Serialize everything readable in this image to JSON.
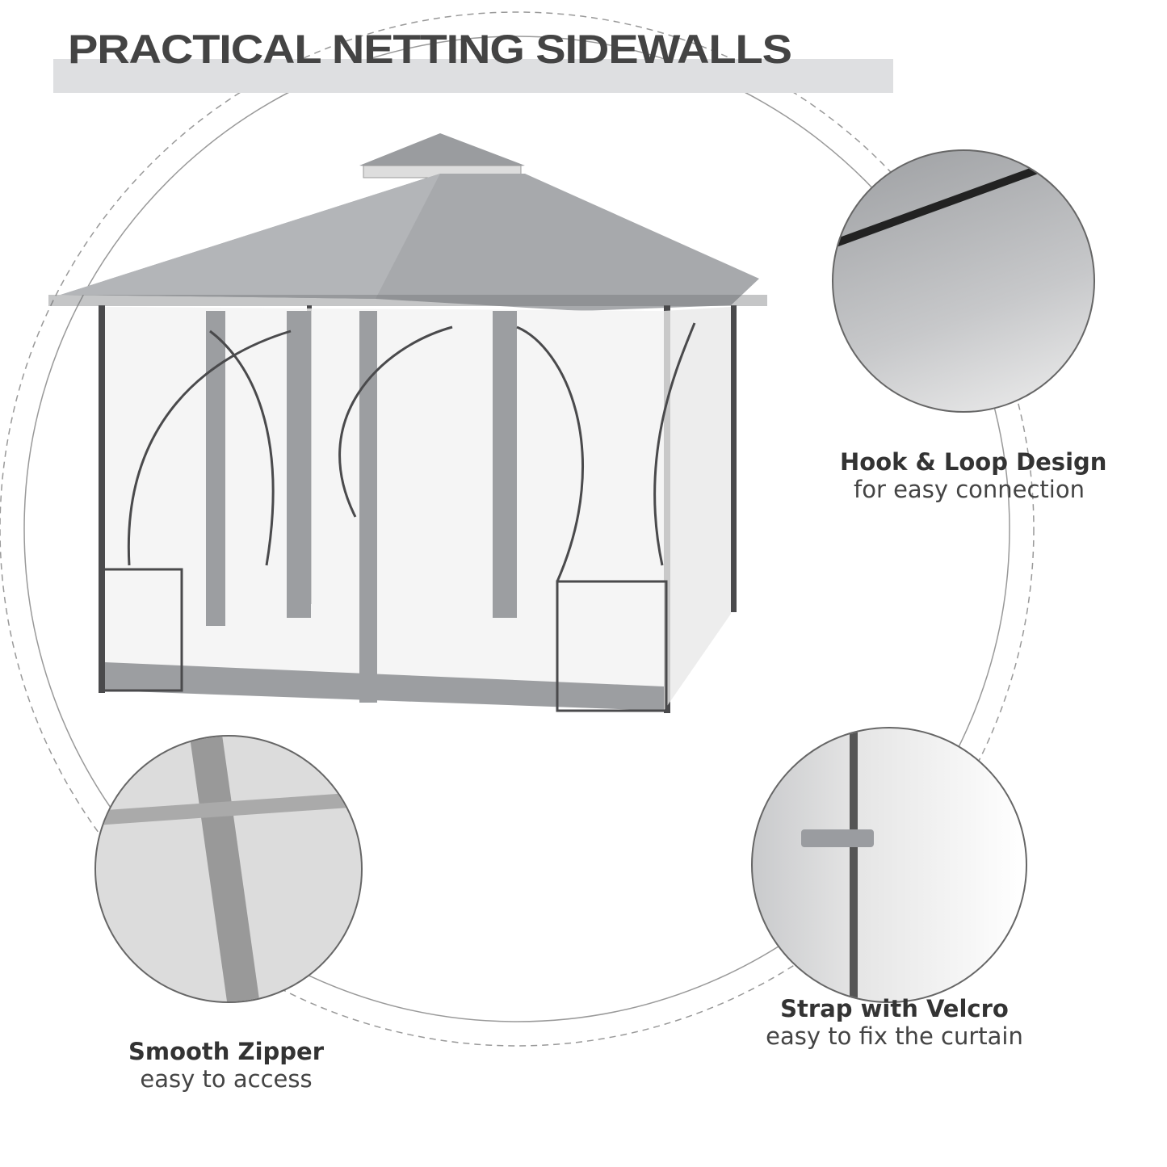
{
  "title": "PRACTICAL NETTING SIDEWALLS",
  "features": [
    {
      "heading": "Hook & Loop Design",
      "sub": "for easy connection"
    },
    {
      "heading": "Strap with Velcro",
      "sub": "easy to fix the curtain"
    },
    {
      "heading": "Smooth Zipper",
      "sub": "easy to access"
    }
  ],
  "colors": {
    "canopy": "#a7a9ac",
    "frame": "#4a4a4c",
    "title": "#444444",
    "title_bar": "#dedfe1"
  }
}
